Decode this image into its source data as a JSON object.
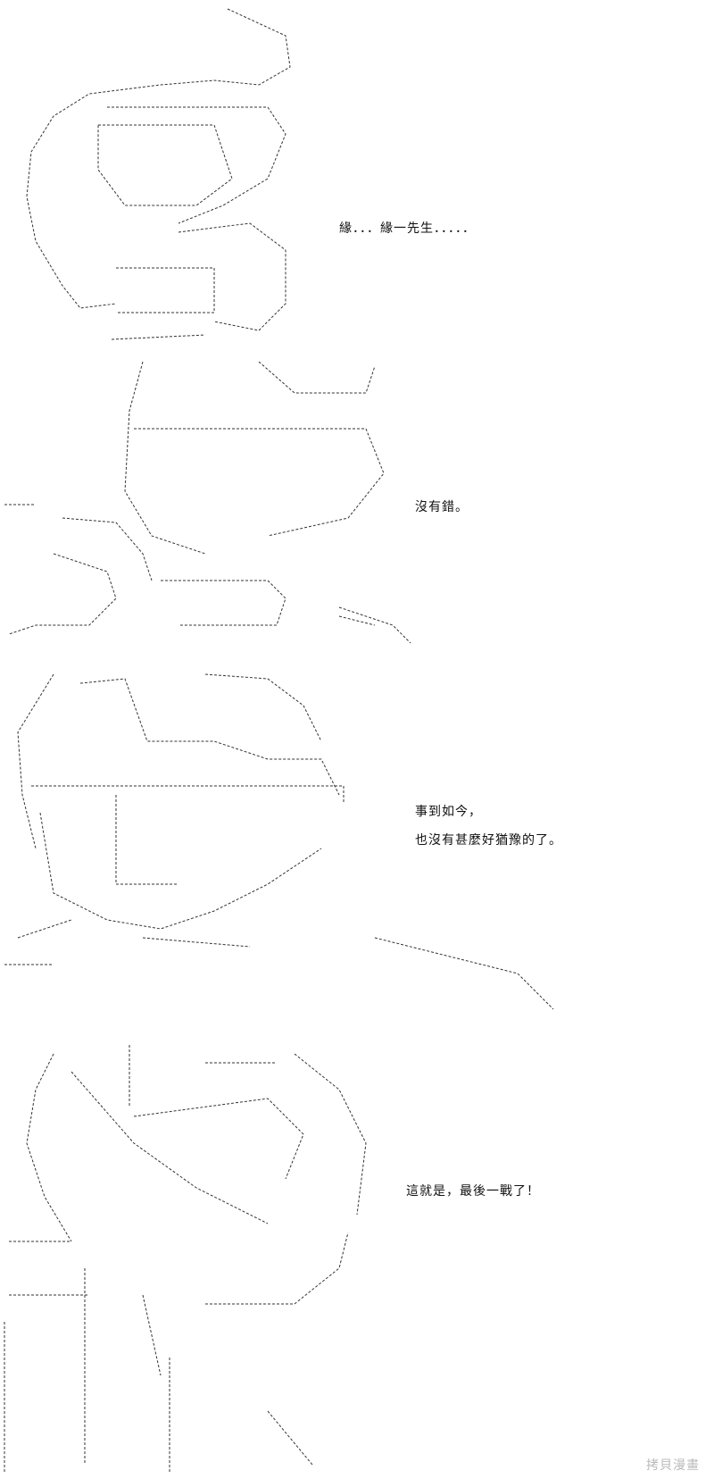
{
  "panels": [
    {
      "dialogue": [
        "緣．．．緣一先生．．．．．"
      ]
    },
    {
      "dialogue": [
        "沒有錯。"
      ]
    },
    {
      "dialogue": [
        "事到如今，",
        "也沒有甚麼好猶豫的了。"
      ]
    },
    {
      "dialogue": [
        "這就是，最後一戰了！"
      ]
    }
  ],
  "watermark": "拷貝漫畫"
}
